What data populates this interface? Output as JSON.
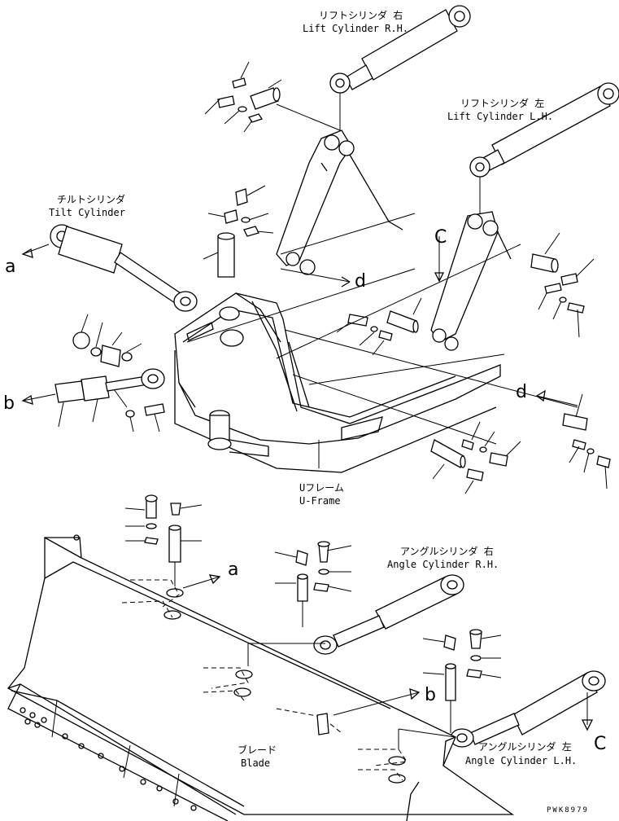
{
  "labels": {
    "lift_rh_jp": "リフトシリンダ 右",
    "lift_rh_en": "Lift Cylinder R.H.",
    "lift_lh_jp": "リフトシリンダ 左",
    "lift_lh_en": "Lift Cylinder L.H.",
    "tilt_jp": "チルトシリンダ",
    "tilt_en": "Tilt Cylinder",
    "uframe_jp": "Uフレーム",
    "uframe_en": "U-Frame",
    "angle_rh_jp": "アングルシリンダ 右",
    "angle_rh_en": "Angle Cylinder R.H.",
    "angle_lh_jp": "アングルシリンダ 左",
    "angle_lh_en": "Angle Cylinder L.H.",
    "blade_jp": "ブレード",
    "blade_en": "Blade"
  },
  "refs": {
    "a_left": "a",
    "a_blade": "a",
    "b_left": "b",
    "b_blade": "b",
    "c_top": "C",
    "c_bottom": "C",
    "d_mid": "d",
    "d_right": "d"
  },
  "drawing_code": "PWK8979"
}
